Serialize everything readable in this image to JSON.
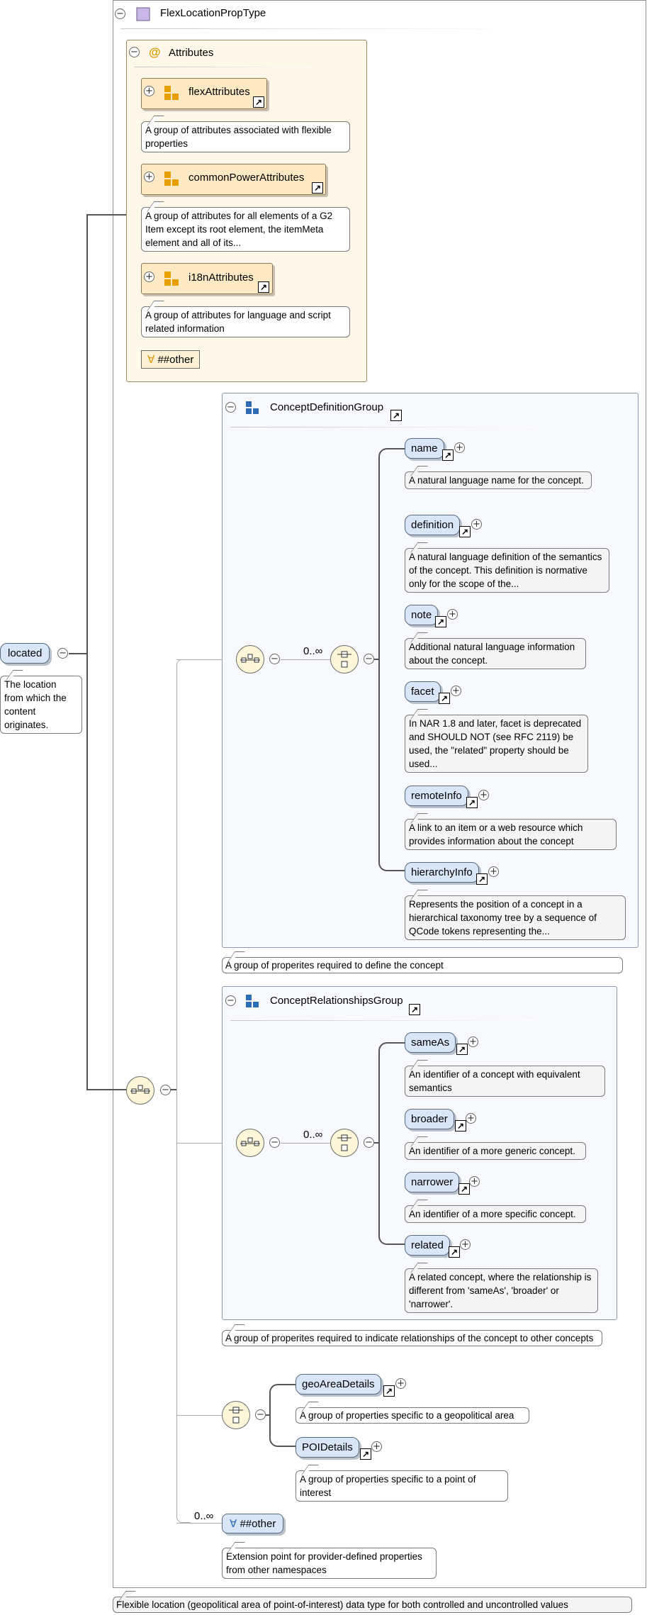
{
  "type": {
    "name": "FlexLocationPropType",
    "description": "Flexible location (geopolitical area of point-of-interest) data type for both controlled and uncontrolled values"
  },
  "root": {
    "name": "located",
    "description": "The location from which the content originates."
  },
  "attributes": {
    "title": "Attributes",
    "groups": [
      {
        "name": "flexAttributes",
        "description": "A group of attributes associated with flexible properties"
      },
      {
        "name": "commonPowerAttributes",
        "description": "A group of attributes for all elements of a G2 Item except its root element, the itemMeta element and all of its..."
      },
      {
        "name": "i18nAttributes",
        "description": "A group of attributes for language and script related information"
      }
    ],
    "other": "##other"
  },
  "concept_definition": {
    "title": "ConceptDefinitionGroup",
    "occurrence": "0..∞",
    "description": "A group of properites required to define the concept",
    "elements": [
      {
        "name": "name",
        "description": "A natural language name for the concept."
      },
      {
        "name": "definition",
        "description": "A natural language definition of the semantics of the concept. This definition is normative only for the scope of the..."
      },
      {
        "name": "note",
        "description": "Additional natural language information about the concept."
      },
      {
        "name": "facet",
        "description": "In NAR 1.8 and later, facet is deprecated and SHOULD NOT (see RFC 2119) be used, the \"related\" property should be used..."
      },
      {
        "name": "remoteInfo",
        "description": "A link to an item or a web resource which provides information about the concept"
      },
      {
        "name": "hierarchyInfo",
        "description": "Represents the position of a concept in a hierarchical taxonomy tree by a sequence of QCode tokens representing the..."
      }
    ]
  },
  "concept_relationships": {
    "title": "ConceptRelationshipsGroup",
    "occurrence": "0..∞",
    "description": "A group of properites required to indicate relationships of the concept to other concepts",
    "elements": [
      {
        "name": "sameAs",
        "description": "An identifier of a concept with equivalent semantics"
      },
      {
        "name": "broader",
        "description": "An identifier of a more generic concept."
      },
      {
        "name": "narrower",
        "description": "An identifier of a more specific concept."
      },
      {
        "name": "related",
        "description": "A related concept, where the relationship is different from 'sameAs', 'broader' or 'narrower'."
      }
    ]
  },
  "choice": {
    "elements": [
      {
        "name": "geoAreaDetails",
        "description": "A group of properties specific to a geopolitical area"
      },
      {
        "name": "POIDetails",
        "description": "A group of properties specific to a point of interest"
      }
    ]
  },
  "any_other": {
    "occurrence": "0..∞",
    "label": "##other",
    "description": "Extension point for provider-defined properties from other namespaces"
  },
  "symbols": {
    "collapse": "−",
    "expand": "+",
    "ref": "↗",
    "any_prefix": "∀",
    "attr_at": "@"
  },
  "colors": {
    "element_fill": "#d8e6f8",
    "attr_fill": "#fde9c3",
    "attr_panel": "#fff7ea",
    "group_panel": "#f7f9fc",
    "compositor_fill": "#fdf6d8"
  }
}
